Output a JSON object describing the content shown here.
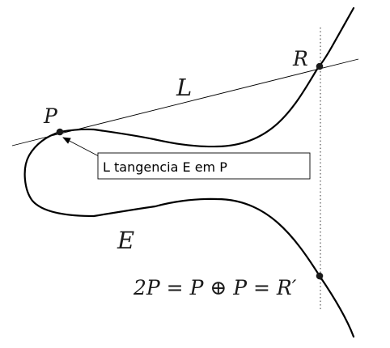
{
  "labels": {
    "line": "L",
    "curve": "E",
    "point_p": "P",
    "point_r": "R",
    "annotation": "L tangencia E em P"
  },
  "formula": {
    "left": "2P",
    "eq1": " = ",
    "p1": "P",
    "oplus": " ⊕ ",
    "p2": "P",
    "eq2": " = ",
    "r": "R",
    "prime": "′"
  },
  "colors": {
    "ink": "#000000",
    "text": "#1a1a1a"
  }
}
